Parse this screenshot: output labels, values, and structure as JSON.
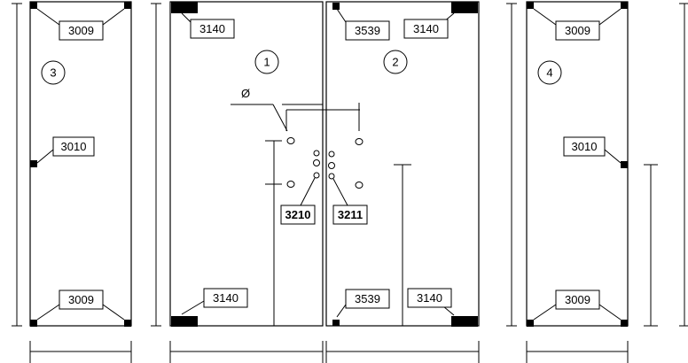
{
  "panels": [
    {
      "number": "3"
    },
    {
      "number": "1"
    },
    {
      "number": "2"
    },
    {
      "number": "4"
    }
  ],
  "labels": {
    "p3_top": "3009",
    "p3_mid": "3010",
    "p3_bottom": "3009",
    "p1_top": "3140",
    "p1_bottom": "3140",
    "p2_top_left": "3539",
    "p2_top_right": "3140",
    "p2_bottom_left": "3539",
    "p2_bottom_right": "3140",
    "p4_top": "3009",
    "p4_mid": "3010",
    "p4_bottom": "3009",
    "handle_left": "3210",
    "handle_right": "3211"
  },
  "diameter_symbol": "Ø"
}
